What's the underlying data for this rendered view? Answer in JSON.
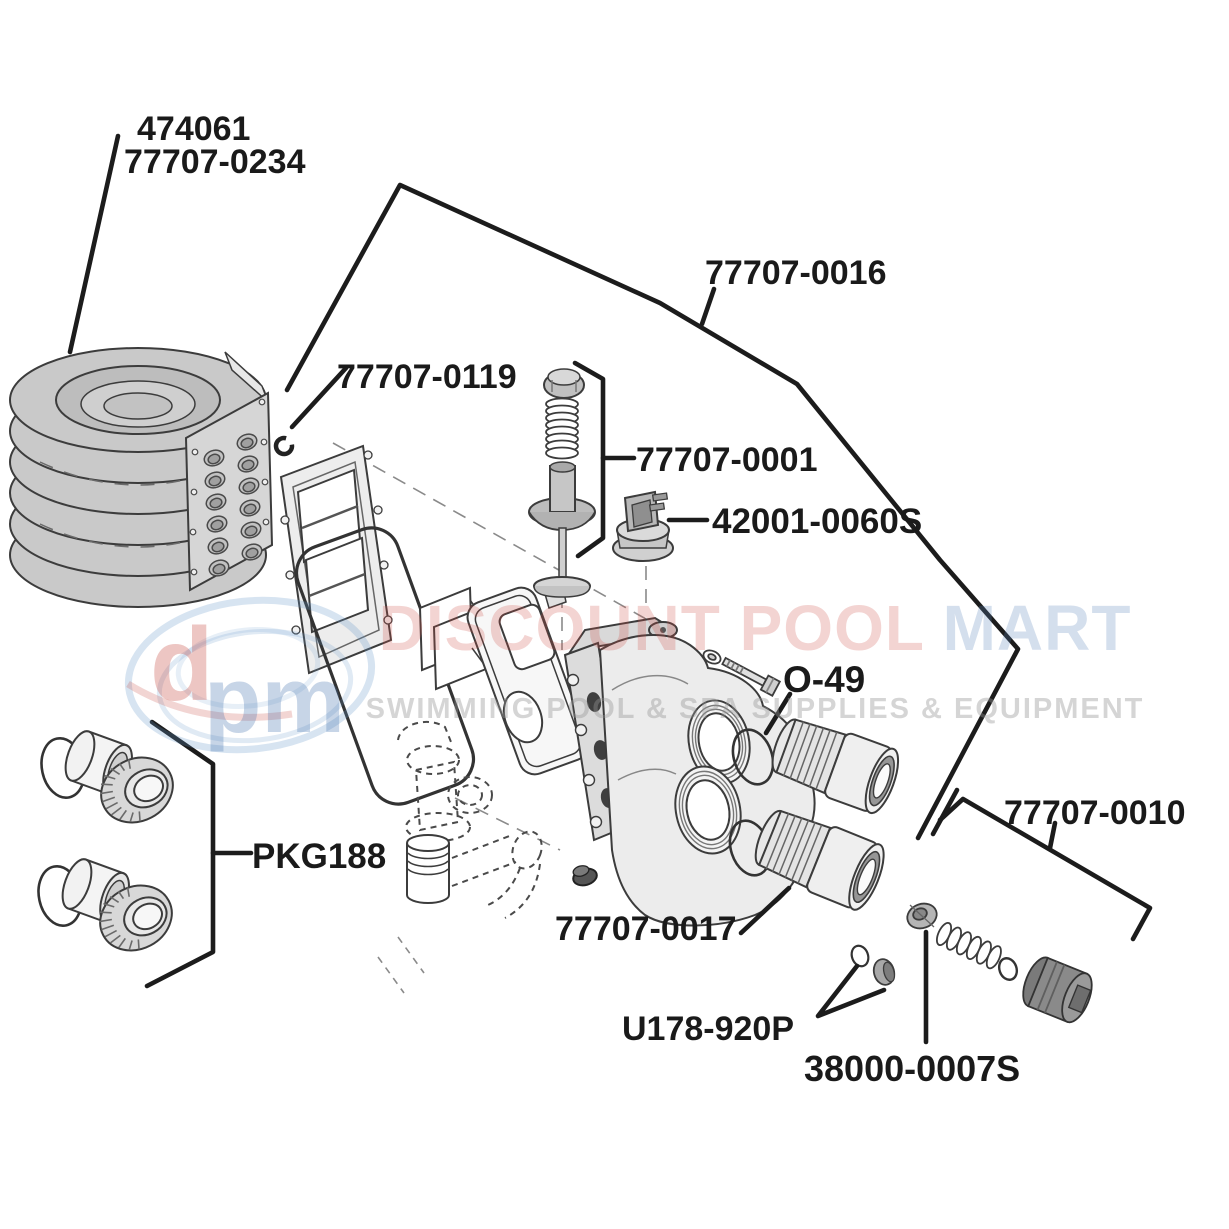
{
  "diagram": {
    "type": "exploded-parts-diagram",
    "labels": {
      "p474061": "474061",
      "p77707_0234": "77707-0234",
      "p77707_0016": "77707-0016",
      "p77707_0119": "77707-0119",
      "p77707_0001": "77707-0001",
      "p42001_0060s": "42001-0060S",
      "o49": "O-49",
      "pkg188": "PKG188",
      "p77707_0010": "77707-0010",
      "p77707_0017": "77707-0017",
      "u178_920p": "U178-920P",
      "p38000_0007s": "38000-0007S"
    }
  },
  "watermark": {
    "logo_d": "d",
    "logo_pm": "pm",
    "word1": "DISCOUNT",
    "word2": "POOL",
    "word3": "MART",
    "tagline": "SWIMMING POOL & SPA SUPPLIES & EQUIPMENT"
  },
  "colors": {
    "label_text": "#1a1a1a",
    "leader_line": "#1c1c1c",
    "part_outline": "#3c3c3c",
    "part_fill_light": "#ececec",
    "part_fill_mid": "#cccccc",
    "part_fill_dark": "#8f8f8f",
    "watermark_red": "rgba(205,75,65,0.26)",
    "watermark_blue": "rgba(90,130,185,0.28)",
    "watermark_gray": "rgba(150,150,150,0.42)"
  }
}
